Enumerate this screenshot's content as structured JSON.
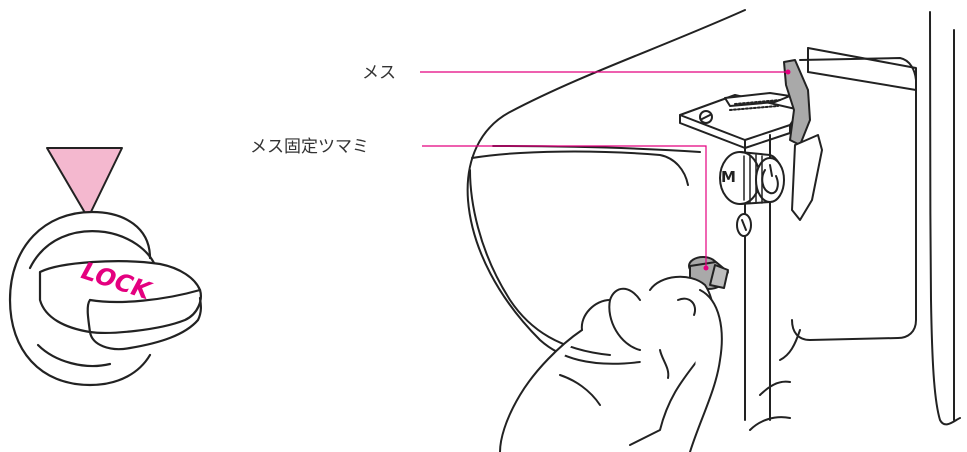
{
  "callouts": [
    {
      "id": "knife",
      "label": "メス"
    },
    {
      "id": "knife-lock-knob",
      "label": "メス固定ツマミ"
    }
  ],
  "lock_detail": {
    "text": "LOCK"
  },
  "knob": {
    "letter": "M"
  },
  "colors": {
    "callout_line": "#e4007f",
    "lock_text": "#e4007f",
    "indicator": "#f4b8cf",
    "outline": "#222222"
  }
}
